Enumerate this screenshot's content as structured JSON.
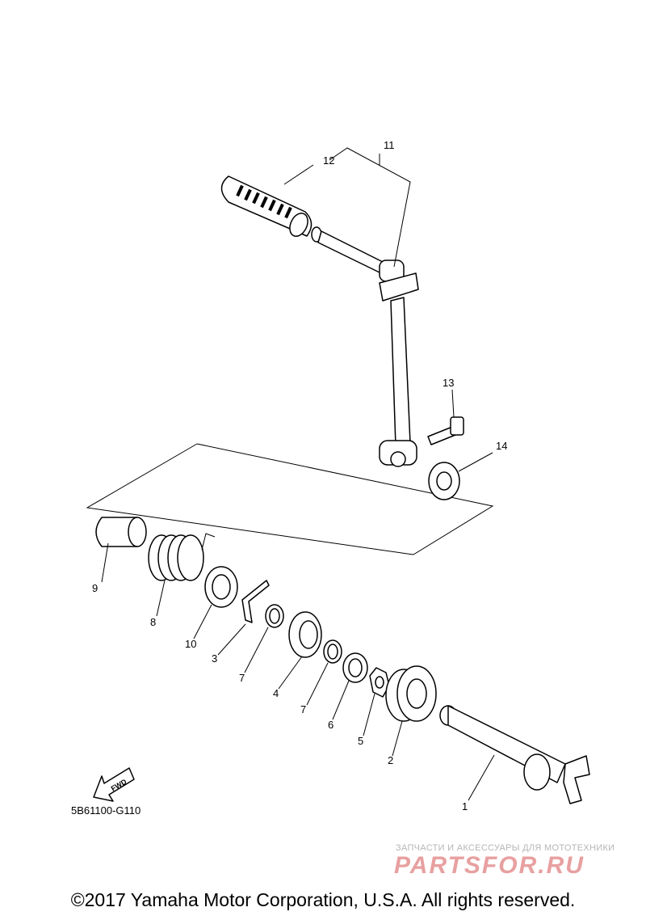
{
  "callouts": {
    "c1": "1",
    "c2": "2",
    "c3": "3",
    "c4": "4",
    "c5": "5",
    "c6": "6",
    "c7a": "7",
    "c7b": "7",
    "c8": "8",
    "c9": "9",
    "c10": "10",
    "c11": "11",
    "c12": "12",
    "c13": "13",
    "c14": "14"
  },
  "fwd_label": "FWD",
  "diagram_code": "5B61100-G110",
  "watermark": {
    "tagline": "ЗАПЧАСТИ И АКСЕССУАРЫ ДЛЯ МОТОТЕХНИКИ",
    "logo": "PARTSFOR.RU"
  },
  "copyright": "©2017 Yamaha Motor Corporation, U.S.A. All rights reserved."
}
